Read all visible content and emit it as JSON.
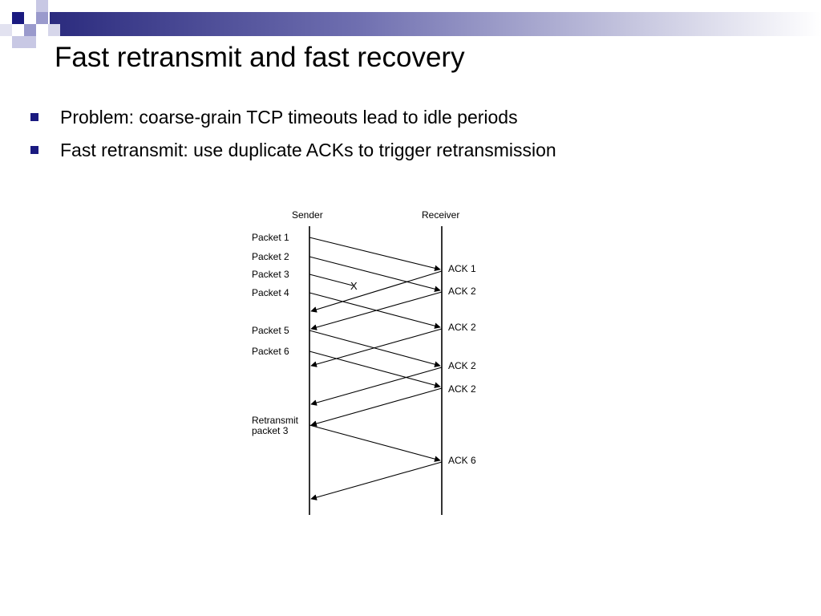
{
  "slide": {
    "title": "Fast retransmit and fast recovery",
    "bullets": [
      "Problem: coarse-grain TCP timeouts lead to idle periods",
      "Fast retransmit: use duplicate ACKs to trigger retransmission"
    ]
  },
  "theme": {
    "bullet_color": "#1a1a80",
    "bar_start": "#2b2b7e",
    "square_dark": "#1a1a80",
    "square_light": "#9a9acc"
  },
  "diagram": {
    "sender_label": "Sender",
    "receiver_label": "Receiver",
    "sender_packets": [
      "Packet 1",
      "Packet 2",
      "Packet 3",
      "Packet 4",
      "Packet 5",
      "Packet 6"
    ],
    "retransmit_label": [
      "Retransmit",
      "packet 3"
    ],
    "receiver_acks": [
      "ACK 1",
      "ACK 2",
      "ACK 2",
      "ACK 2",
      "ACK 2",
      "ACK 6"
    ],
    "lost_marker": "X"
  }
}
